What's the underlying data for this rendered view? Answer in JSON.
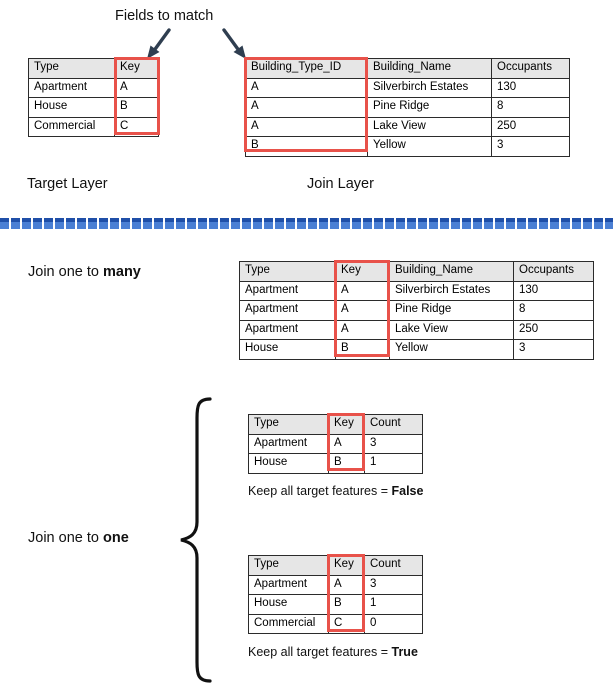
{
  "annotations": {
    "fields_to_match": "Fields to match",
    "target_layer": "Target Layer",
    "join_layer": "Join Layer",
    "join_one_to_many_prefix": "Join one to ",
    "join_one_to_many_emphasis": "many",
    "join_one_to_one_prefix": "Join one to ",
    "join_one_to_one_emphasis": "one",
    "keep_false_prefix": "Keep all target features = ",
    "keep_false_emphasis": "False",
    "keep_true_prefix": "Keep all target features = ",
    "keep_true_emphasis": "True"
  },
  "colors": {
    "highlight_red": "#e8524a",
    "header_gray": "#e6e6e6",
    "border_dark": "#2b2b2b",
    "arrow_navy": "#2f3e50",
    "divider_blue_dark": "#1f4fa8",
    "divider_blue_light": "#4a7fd4"
  },
  "target_table": {
    "headers": [
      "Type",
      "Key"
    ],
    "rows": [
      [
        "Apartment",
        "A"
      ],
      [
        "House",
        "B"
      ],
      [
        "Commercial",
        "C"
      ]
    ],
    "highlight_column": "Key"
  },
  "join_table": {
    "headers": [
      "Building_Type_ID",
      "Building_Name",
      "Occupants"
    ],
    "rows": [
      [
        "A",
        "Silverbirch Estates",
        "130"
      ],
      [
        "A",
        "Pine Ridge",
        "8"
      ],
      [
        "A",
        "Lake View",
        "250"
      ],
      [
        "B",
        "Yellow",
        "3"
      ]
    ],
    "highlight_column": "Building_Type_ID"
  },
  "one_to_many_table": {
    "headers": [
      "Type",
      "Key",
      "Building_Name",
      "Occupants"
    ],
    "rows": [
      [
        "Apartment",
        "A",
        "Silverbirch Estates",
        "130"
      ],
      [
        "Apartment",
        "A",
        "Pine Ridge",
        "8"
      ],
      [
        "Apartment",
        "A",
        "Lake View",
        "250"
      ],
      [
        "House",
        "B",
        "Yellow",
        "3"
      ]
    ],
    "highlight_column": "Key"
  },
  "one_to_one_false_table": {
    "headers": [
      "Type",
      "Key",
      "Count"
    ],
    "rows": [
      [
        "Apartment",
        "A",
        "3"
      ],
      [
        "House",
        "B",
        "1"
      ]
    ],
    "highlight_column": "Key"
  },
  "one_to_one_true_table": {
    "headers": [
      "Type",
      "Key",
      "Count"
    ],
    "rows": [
      [
        "Apartment",
        "A",
        "3"
      ],
      [
        "House",
        "B",
        "1"
      ],
      [
        "Commercial",
        "C",
        "0"
      ]
    ],
    "highlight_column": "Key"
  },
  "icons": {
    "left_arrow": "arrow-down-left-icon",
    "right_arrow": "arrow-down-right-icon",
    "brace": "curly-brace-icon"
  }
}
